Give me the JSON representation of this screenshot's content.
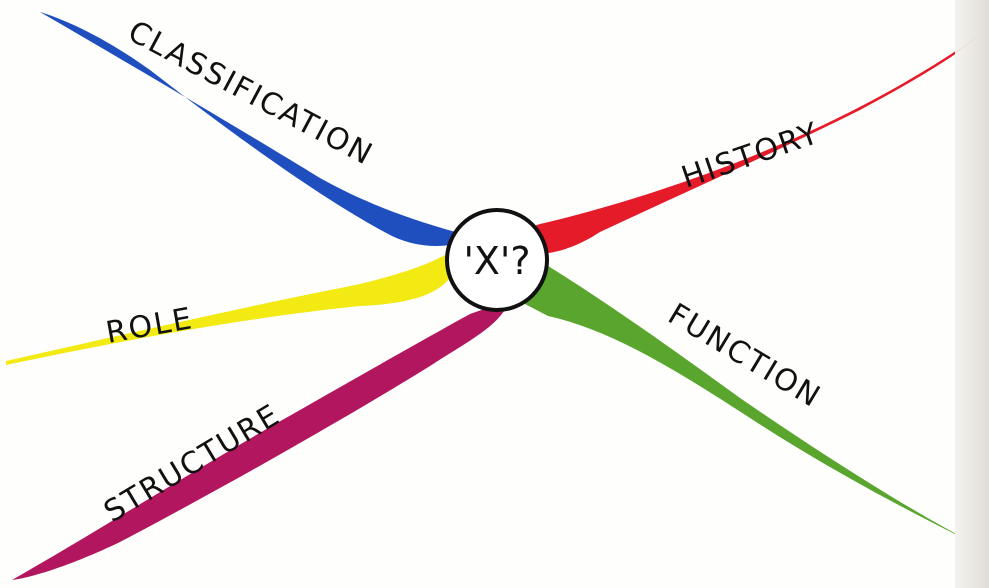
{
  "center": {
    "text": "'X'?"
  },
  "branches": [
    {
      "id": "classification",
      "label": "CLASSIFICATION",
      "color": "#1f4fbf"
    },
    {
      "id": "history",
      "label": "HISTORY",
      "color": "#e61b2a"
    },
    {
      "id": "role",
      "label": "ROLE",
      "color": "#f2ea12"
    },
    {
      "id": "structure",
      "label": "STRUCTURE",
      "color": "#b2165f"
    },
    {
      "id": "function",
      "label": "FUNCTION",
      "color": "#5aa52e"
    }
  ]
}
